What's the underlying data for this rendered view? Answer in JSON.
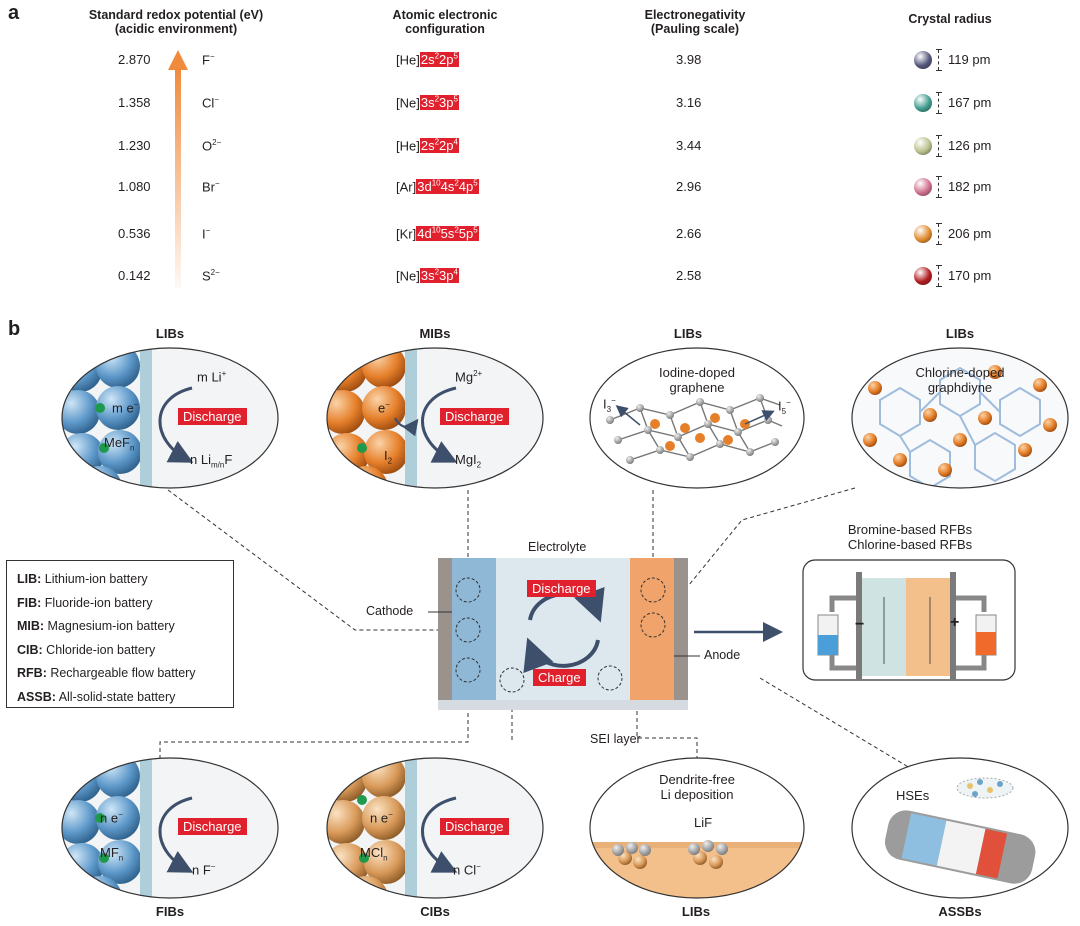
{
  "panel_a": {
    "letter": "a",
    "headers": {
      "redox": "Standard redox potential (eV)\n(acidic environment)",
      "config": "Atomic electronic\nconfiguration",
      "electroneg": "Electronegativity\n(Pauling scale)",
      "radius": "Crystal radius"
    },
    "rows": [
      {
        "potential": "2.870",
        "ion": "F",
        "charge": "−",
        "core": "[He]",
        "val": [
          [
            "2s",
            "2"
          ],
          [
            "2p",
            "5"
          ]
        ],
        "en": "3.98",
        "radius": "119 pm",
        "color": "#54567a"
      },
      {
        "potential": "1.358",
        "ion": "Cl",
        "charge": "−",
        "core": "[Ne]",
        "val": [
          [
            "3s",
            "2"
          ],
          [
            "3p",
            "5"
          ]
        ],
        "en": "3.16",
        "radius": "167 pm",
        "color": "#3e9a8c"
      },
      {
        "potential": "1.230",
        "ion": "O",
        "charge": "2−",
        "core": "[He]",
        "val": [
          [
            "2s",
            "2"
          ],
          [
            "2p",
            "4"
          ]
        ],
        "en": "3.44",
        "radius": "126 pm",
        "color": "#b9c08a"
      },
      {
        "potential": "1.080",
        "ion": "Br",
        "charge": "−",
        "core": "[Ar]",
        "val": [
          [
            "3d",
            "10"
          ],
          [
            "4s",
            "2"
          ],
          [
            "4p",
            "5"
          ]
        ],
        "en": "2.96",
        "radius": "182 pm",
        "color": "#cf6f8d"
      },
      {
        "potential": "0.536",
        "ion": "I",
        "charge": "−",
        "core": "[Kr]",
        "val": [
          [
            "4d",
            "10"
          ],
          [
            "5s",
            "2"
          ],
          [
            "5p",
            "5"
          ]
        ],
        "en": "2.66",
        "radius": "206 pm",
        "color": "#e08a2c"
      },
      {
        "potential": "0.142",
        "ion": "S",
        "charge": "2−",
        "core": "[Ne]",
        "val": [
          [
            "3s",
            "2"
          ],
          [
            "3p",
            "4"
          ]
        ],
        "en": "2.58",
        "radius": "170 pm",
        "color": "#b11a1f"
      }
    ]
  },
  "panel_b": {
    "letter": "b",
    "top_labels": [
      "LIBs",
      "MIBs",
      "LIBs",
      "LIBs"
    ],
    "bottom_labels": [
      "FIBs",
      "CIBs",
      "LIBs",
      "ASSBs"
    ],
    "discharge": "Discharge",
    "charge": "Charge",
    "electrolyte": "Electrolyte",
    "cathode": "Cathode",
    "anode": "Anode",
    "sei": "SEI layer",
    "lib1": {
      "in": "m Li",
      "in_sup": "+",
      "e": "m e",
      "e_sup": "−",
      "mat": "MeF",
      "mat_sub": "n",
      "out": "n Li",
      "out_sub": "m/n",
      "out_tail": "F"
    },
    "mib": {
      "in": "Mg",
      "in_sup": "2+",
      "e": "e",
      "e_sup": "−",
      "mat": "I",
      "mat_sub": "2",
      "out": "MgI",
      "out_sub": "2"
    },
    "iodine": {
      "title1": "Iodine-doped",
      "title2": "graphene",
      "left": "I",
      "left_sub": "3",
      "left_sup": "−",
      "right": "I",
      "right_sub": "5",
      "right_sup": "−"
    },
    "chlorine": {
      "title1": "Chlorine-doped",
      "title2": "graphdiyne"
    },
    "rfb": {
      "title1": "Bromine-based RFBs",
      "title2": "Chlorine-based RFBs",
      "minus": "−",
      "plus": "+"
    },
    "fib": {
      "e": "n e",
      "e_sup": "−",
      "mat": "MF",
      "mat_sub": "n",
      "out": "n F",
      "out_sup": "−"
    },
    "cib": {
      "e": "n e",
      "e_sup": "−",
      "mat": "MCl",
      "mat_sub": "n",
      "out": "n Cl",
      "out_sup": "−"
    },
    "dendrite": {
      "title1": "Dendrite-free",
      "title2": "Li deposition",
      "lif": "LiF"
    },
    "assb": {
      "hse": "HSEs"
    }
  },
  "legend": [
    {
      "abbr": "LIB:",
      "full": " Lithium-ion battery"
    },
    {
      "abbr": "FIB:",
      "full": " Fluoride-ion battery"
    },
    {
      "abbr": "MIB:",
      "full": " Magnesium-ion battery"
    },
    {
      "abbr": "CIB:",
      "full": " Chloride-ion battery"
    },
    {
      "abbr": "RFB:",
      "full": " Rechargeable flow battery"
    },
    {
      "abbr": "ASSB:",
      "full": " All-solid-state battery"
    }
  ],
  "colors": {
    "red_tag": "#e0202c",
    "arrow": "#3d4f6b",
    "cathode": "#8fb8d6",
    "anode": "#f0a46b",
    "orange_arrow": "#f08a3c"
  }
}
